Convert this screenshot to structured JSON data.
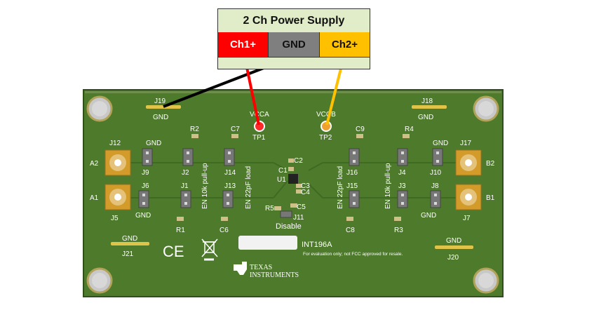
{
  "power_supply": {
    "title": "2 Ch Power Supply",
    "ch1": "Ch1+",
    "gnd": "GND",
    "ch2": "Ch2+",
    "colors": {
      "ch1": "#ff0000",
      "gnd": "#7f7f7f",
      "ch2": "#ffc000",
      "panel": "#e0edc8"
    }
  },
  "board": {
    "color": "#4e7a2c",
    "name": "INT196A",
    "disclaimer": "For evaluation only; not FCC approved for resale.",
    "logo_line1": "TEXAS",
    "logo_line2": "INSTRUMENTS",
    "ce_mark": "CE",
    "disable_label": "Disable"
  },
  "labels": {
    "j19": "J19",
    "j18": "J18",
    "gnd": "GND",
    "vcca": "VCCA",
    "vccb": "VCCB",
    "tp1": "TP1",
    "tp2": "TP2",
    "r2": "R2",
    "c7": "C7",
    "c9": "C9",
    "r4": "R4",
    "j12": "J12",
    "j17": "J17",
    "a2": "A2",
    "b2": "B2",
    "j9": "J9",
    "j2": "J2",
    "j14": "J14",
    "j16": "J16",
    "j4": "J4",
    "j10": "J10",
    "a1": "A1",
    "b1": "B1",
    "j5": "J5",
    "j7": "J7",
    "j6": "J6",
    "j1": "J1",
    "j13": "J13",
    "j15": "J15",
    "j3": "J3",
    "j8": "J8",
    "r1": "R1",
    "c6": "C6",
    "c8": "C8",
    "r3": "R3",
    "c1": "C1",
    "c2": "C2",
    "c3": "C3",
    "c4": "C4",
    "u1": "U1",
    "r5": "R5",
    "c5": "C5",
    "j11": "J11",
    "j21": "J21",
    "j20": "J20",
    "en_pullup": "EN 10k pull-up",
    "en_load": "EN 22pF load"
  }
}
